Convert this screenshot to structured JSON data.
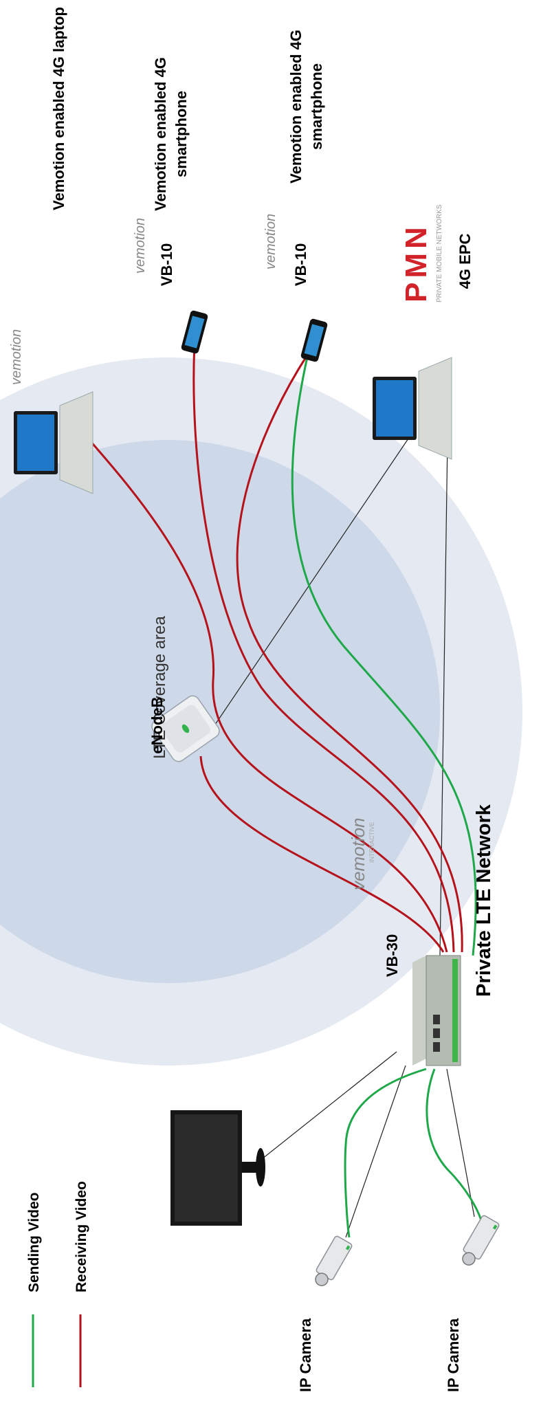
{
  "legend": {
    "sending": "Sending Video",
    "receiving": "Receiving Video"
  },
  "labels": {
    "title": "Private LTE Network",
    "coverage": "LTE Coverage area",
    "enodeb": "eNodeB",
    "vb30": "VB-30",
    "vb10_upper": "VB-10",
    "vb10_lower": "VB-10",
    "epc": "4G EPC",
    "laptop": "Vemotion enabled 4G laptop",
    "phone1_line1": "Vemotion enabled 4G",
    "phone1_line2": "smartphone",
    "phone2_line1": "Vemotion enabled 4G",
    "phone2_line2": "smartphone",
    "camera1": "IP Camera",
    "camera2": "IP Camera"
  },
  "logos": {
    "vemotion": "vemotion",
    "vemotion_sub": "INTERACTIVE",
    "pmn": "PMN",
    "pmn_sub": "PRIVATE MOBILE NETWORKS"
  },
  "colors": {
    "sending": "#1fa84a",
    "receiving": "#b5121b",
    "link": "#222222",
    "coverage_outer": "#e4e9f2",
    "coverage_inner": "#cdd8e8",
    "pmn_red": "#d2232a"
  }
}
